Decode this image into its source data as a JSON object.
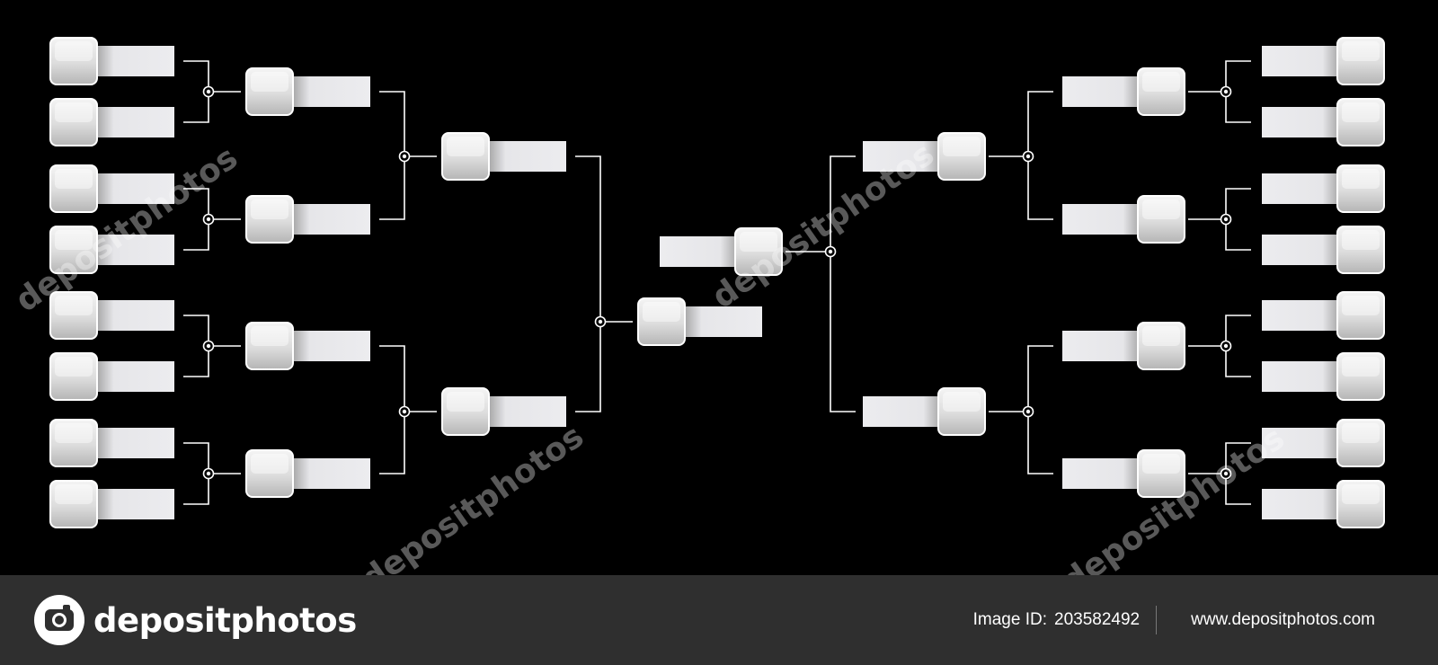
{
  "watermark": {
    "brand": "depositphotos",
    "overlay_text": "depositphotos"
  },
  "footer": {
    "brand": "depositphotos",
    "image_id_label": "Image ID:",
    "image_id": "203582492",
    "website": "www.depositphotos.com"
  },
  "colors": {
    "background": "#000000",
    "line": "#ffffff",
    "slot_bar": "#e9e9ec",
    "square_top": "#f2f2f2",
    "square_bottom": "#b9b9b9",
    "footer": "#2f2f2f"
  },
  "bracket": {
    "left_rounds": [
      8,
      4,
      2,
      1
    ],
    "right_rounds": [
      8,
      4,
      2,
      1
    ],
    "final_slots": 2
  }
}
